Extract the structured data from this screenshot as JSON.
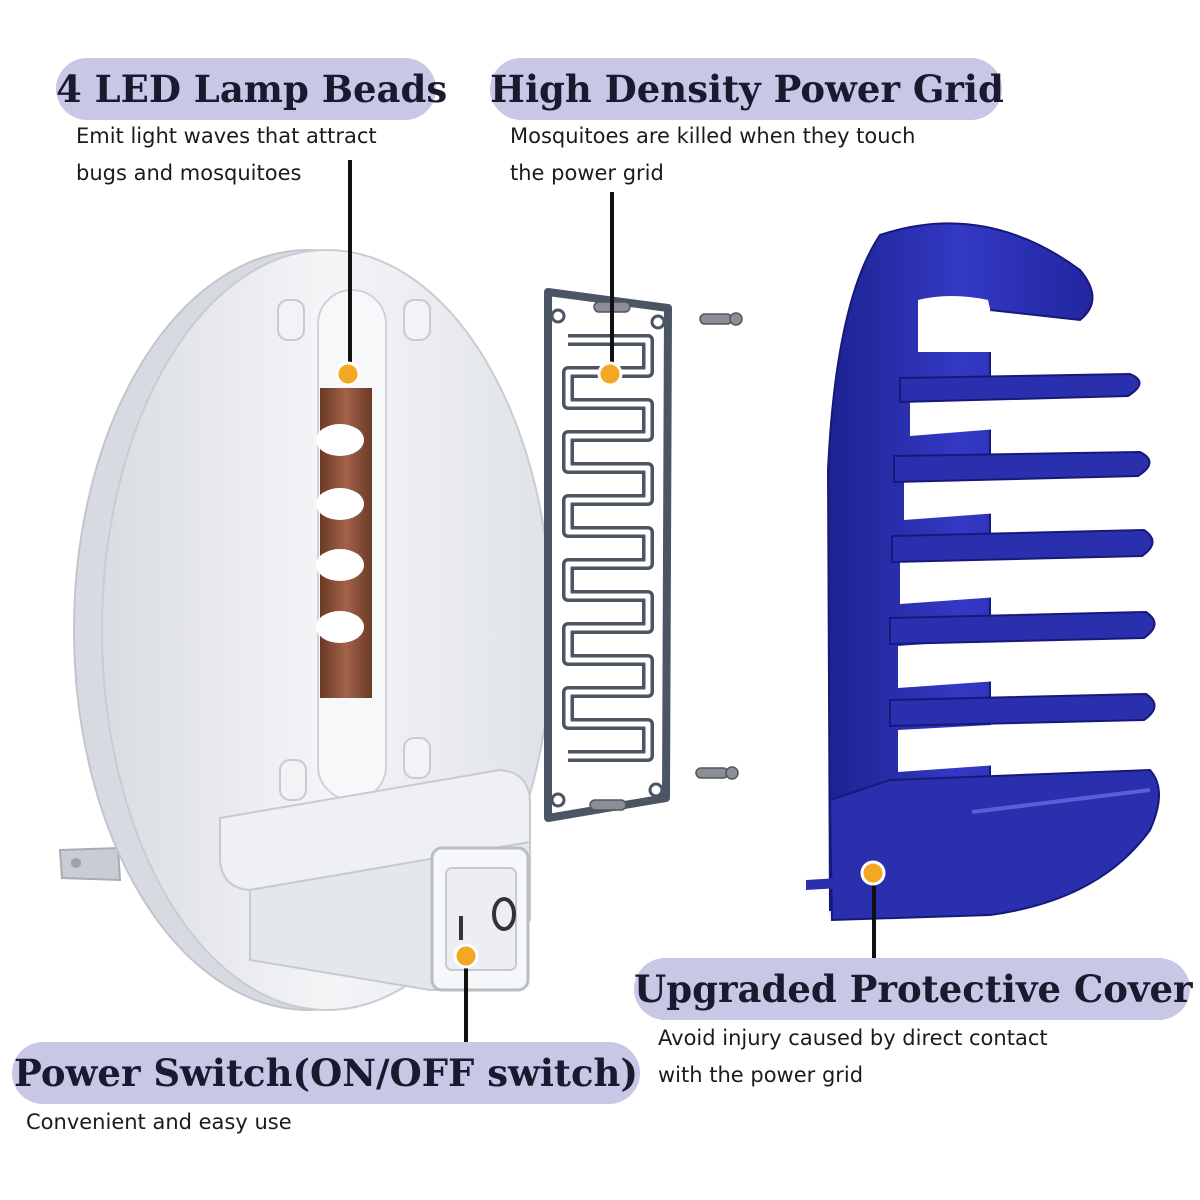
{
  "colors": {
    "label_pill": "#c8c7e6",
    "marker_dot": "#f5a623",
    "cover_blue": "#2b2fb0",
    "device_white": "#eef0f3"
  },
  "callouts": {
    "led_beads": {
      "title": "4 LED Lamp Beads",
      "line1": "Emit light waves that attract",
      "line2": "bugs and mosquitoes"
    },
    "power_grid": {
      "title": "High Density Power Grid",
      "line1": "Mosquitoes are killed when they touch",
      "line2": "the power grid"
    },
    "protective_cover": {
      "title": "Upgraded Protective Cover",
      "line1": "Avoid injury caused by direct contact",
      "line2": "with the power grid"
    },
    "power_switch": {
      "title": "Power Switch(ON/OFF switch)",
      "line1": "Convenient and easy use"
    }
  },
  "icons": {
    "marker": "orange-dot",
    "screw": "screw-icon",
    "switch": "rocker-switch"
  }
}
